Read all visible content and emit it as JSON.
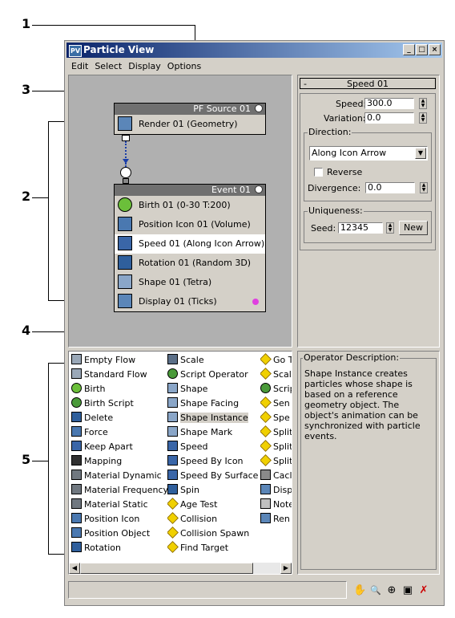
{
  "callouts": {
    "c1": "1",
    "c2": "2",
    "c3": "3",
    "c4": "4",
    "c5": "5"
  },
  "window": {
    "title": "Particle View",
    "app_icon": "particle-view-app-icon",
    "minimize": "_",
    "maximize": "□",
    "close": "×"
  },
  "menu": [
    "Edit",
    "Select",
    "Display",
    "Options"
  ],
  "source_node": {
    "title": "PF Source 01",
    "operator": "Render 01 (Geometry)"
  },
  "event_node": {
    "title": "Event 01",
    "operators": [
      {
        "label": "Birth 01 (0-30 T:200)",
        "icon": "birth-icon"
      },
      {
        "label": "Position Icon 01 (Volume)",
        "icon": "position-icon"
      },
      {
        "label": "Speed 01 (Along Icon Arrow)",
        "icon": "speed-icon",
        "selected": true
      },
      {
        "label": "Rotation 01 (Random 3D)",
        "icon": "rotation-icon"
      },
      {
        "label": "Shape 01 (Tetra)",
        "icon": "shape-icon"
      },
      {
        "label": "Display 01 (Ticks)",
        "icon": "display-icon"
      }
    ],
    "display_color": "#e040e0"
  },
  "params": {
    "rollout_toggle": "-",
    "rollout_title": "Speed 01",
    "speed_label": "Speed:",
    "speed_value": "300.0",
    "variation_label": "Variation:",
    "variation_value": "0.0",
    "direction_group": "Direction:",
    "direction_value": "Along Icon Arrow",
    "reverse_label": "Reverse",
    "divergence_label": "Divergence:",
    "divergence_value": "0.0",
    "uniqueness_group": "Uniqueness:",
    "seed_label": "Seed:",
    "seed_value": "12345",
    "new_button": "New"
  },
  "depot": {
    "col1": [
      {
        "label": "Empty Flow",
        "icon": "flow-icon"
      },
      {
        "label": "Standard Flow",
        "icon": "flow-icon"
      },
      {
        "label": "Birth",
        "icon": "birth-icon"
      },
      {
        "label": "Birth Script",
        "icon": "script-icon"
      },
      {
        "label": "Delete",
        "icon": "delete-icon"
      },
      {
        "label": "Force",
        "icon": "force-icon"
      },
      {
        "label": "Keep Apart",
        "icon": "speed-icon"
      },
      {
        "label": "Mapping",
        "icon": "mapping-icon"
      },
      {
        "label": "Material Dynamic",
        "icon": "material-icon"
      },
      {
        "label": "Material Frequency",
        "icon": "material-icon"
      },
      {
        "label": "Material Static",
        "icon": "material-icon"
      },
      {
        "label": "Position Icon",
        "icon": "position-icon"
      },
      {
        "label": "Position Object",
        "icon": "position-icon"
      },
      {
        "label": "Rotation",
        "icon": "rotation-icon"
      }
    ],
    "col2": [
      {
        "label": "Scale",
        "icon": "scale-icon"
      },
      {
        "label": "Script Operator",
        "icon": "script-icon"
      },
      {
        "label": "Shape",
        "icon": "shape-icon"
      },
      {
        "label": "Shape Facing",
        "icon": "shape-icon"
      },
      {
        "label": "Shape Instance",
        "icon": "shape-icon",
        "selected": true
      },
      {
        "label": "Shape Mark",
        "icon": "shape-icon"
      },
      {
        "label": "Speed",
        "icon": "speed-icon"
      },
      {
        "label": "Speed By Icon",
        "icon": "speed-icon"
      },
      {
        "label": "Speed By Surface",
        "icon": "speed-icon"
      },
      {
        "label": "Spin",
        "icon": "rotation-icon"
      },
      {
        "label": "Age Test",
        "icon": "test-icon"
      },
      {
        "label": "Collision",
        "icon": "test-icon"
      },
      {
        "label": "Collision Spawn",
        "icon": "test-icon"
      },
      {
        "label": "Find Target",
        "icon": "test-icon"
      }
    ],
    "col3": [
      {
        "label": "Go T",
        "icon": "test-icon"
      },
      {
        "label": "Scal",
        "icon": "test-icon"
      },
      {
        "label": "Scrip",
        "icon": "script-icon"
      },
      {
        "label": "Sen",
        "icon": "test-icon"
      },
      {
        "label": "Spe",
        "icon": "test-icon"
      },
      {
        "label": "Split",
        "icon": "test-icon"
      },
      {
        "label": "Split",
        "icon": "test-icon"
      },
      {
        "label": "Split",
        "icon": "test-icon"
      },
      {
        "label": "Cacl",
        "icon": "cache-icon"
      },
      {
        "label": "Disp",
        "icon": "display-icon"
      },
      {
        "label": "Note",
        "icon": "notes-icon"
      },
      {
        "label": "Ren",
        "icon": "render-icon"
      }
    ]
  },
  "description": {
    "group": "Operator Description:",
    "text": "Shape Instance creates particles whose shape is based on a reference geometry object. The object's animation can be synchronized with particle events."
  },
  "toolbar": [
    {
      "name": "pan-icon",
      "glyph": "✋"
    },
    {
      "name": "zoom-icon",
      "glyph": "🔍"
    },
    {
      "name": "zoom-region-icon",
      "glyph": "⊕"
    },
    {
      "name": "zoom-extents-icon",
      "glyph": "▣"
    },
    {
      "name": "no-zoom-icon",
      "glyph": "✗"
    }
  ]
}
